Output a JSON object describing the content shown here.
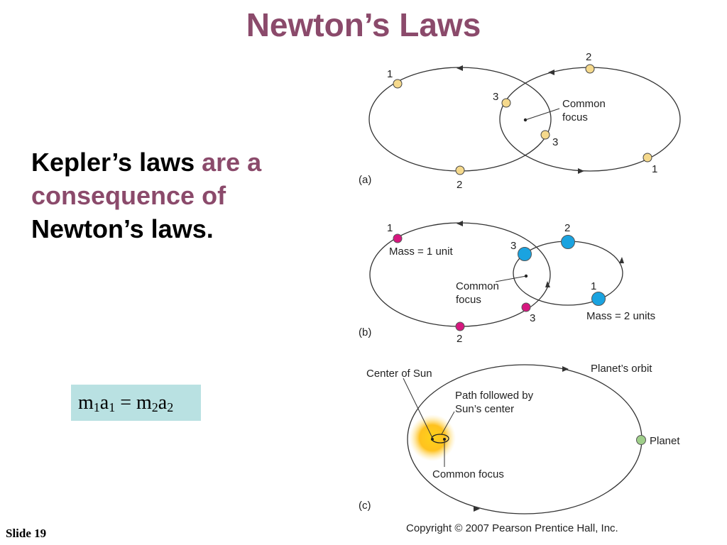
{
  "slide": {
    "title": "Newton’s Laws",
    "text_part1": "Kepler’s laws ",
    "text_part2": "are a consequence of",
    "text_part3": "Newton’s laws.",
    "equation": {
      "m1": "m",
      "s1": "1",
      "a1": "a",
      "s2": "1",
      "eq": " = ",
      "m2": "m",
      "s3": "2",
      "a2": "a",
      "s4": "2"
    },
    "slide_number": "Slide 19",
    "copyright": "Copyright © 2007 Pearson Prentice Hall, Inc.",
    "colors": {
      "title": "#8b4a6b",
      "equation_bg": "#b9e1e2",
      "yellow": "#f5d98c",
      "magenta": "#d6177f",
      "blue": "#1aa3e0",
      "planet": "#9fcf8a"
    }
  },
  "figure_a": {
    "panel_label": "(a)",
    "focus_label_1": "Common",
    "focus_label_2": "focus",
    "left_labels": [
      "1",
      "2",
      "3"
    ],
    "right_labels": [
      "2",
      "1",
      "3"
    ]
  },
  "figure_b": {
    "panel_label": "(b)",
    "mass1_label": "Mass = 1 unit",
    "mass2_label": "Mass = 2 units",
    "focus_label_1": "Common",
    "focus_label_2": "focus",
    "small_labels": [
      "1",
      "2",
      "3"
    ],
    "large_labels": [
      "2",
      "1",
      "3"
    ]
  },
  "figure_c": {
    "panel_label": "(c)",
    "center_of_sun": "Center of Sun",
    "planets_orbit": "Planet’s orbit",
    "path_1": "Path followed by",
    "path_2": "Sun’s center",
    "planet": "Planet",
    "common_focus": "Common focus"
  }
}
